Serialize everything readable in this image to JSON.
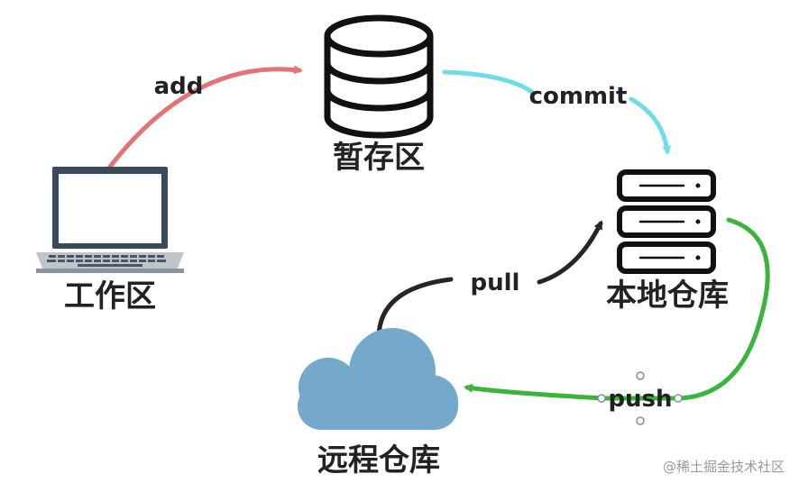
{
  "nodes": {
    "workspace": {
      "label": "工作区",
      "icon": "laptop-icon"
    },
    "staging": {
      "label": "暂存区",
      "icon": "database-icon"
    },
    "local_repo": {
      "label": "本地仓库",
      "icon": "server-icon"
    },
    "remote_repo": {
      "label": "远程仓库",
      "icon": "cloud-icon"
    }
  },
  "edges": {
    "add": {
      "label": "add",
      "from": "workspace",
      "to": "staging",
      "color": "#e57373"
    },
    "commit": {
      "label": "commit",
      "from": "staging",
      "to": "local_repo",
      "color": "#6fdde8"
    },
    "push": {
      "label": "push",
      "from": "local_repo",
      "to": "remote_repo",
      "color": "#3cb43c"
    },
    "pull": {
      "label": "pull",
      "from": "remote_repo",
      "to": "local_repo",
      "color": "#262626"
    }
  },
  "watermark": "@稀土掘金技术社区",
  "colors": {
    "cloud": "#74a9cc",
    "laptop_frame": "#3b4a5a",
    "outline": "#111111"
  }
}
